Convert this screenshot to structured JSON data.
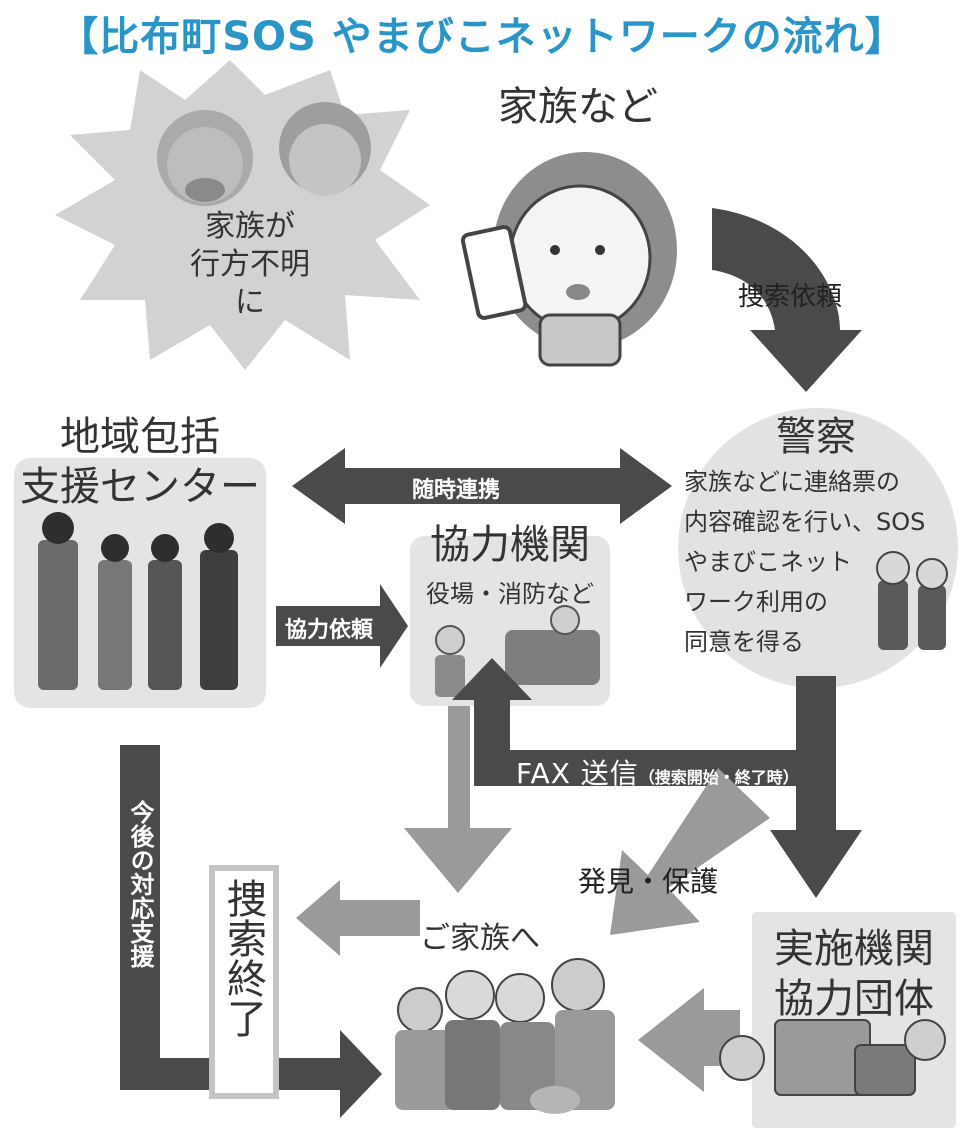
{
  "title": "【比布町SOS やまびこネットワークの流れ】",
  "missing": {
    "line1": "家族が",
    "line2": "行方不明に"
  },
  "family": {
    "title": "家族など"
  },
  "search_request": "捜索依頼",
  "police": {
    "title": "警察",
    "desc": [
      "家族などに連絡票の",
      "内容確認を行い、SOS",
      "やまびこネット",
      "ワーク利用の",
      "同意を得る"
    ]
  },
  "center": {
    "line1": "地域包括",
    "line2": "支援センター"
  },
  "liaison": "随時連携",
  "cooperation_request": "協力依頼",
  "coop_org": {
    "title": "協力機関",
    "sub": "役場・消防など"
  },
  "fax": {
    "main": "FAX 送信",
    "note": "（捜索開始・終了時）"
  },
  "found": "発見・保護",
  "support": "今後の対応支援",
  "end_search": "捜索終了",
  "to_family": "ご家族へ",
  "impl": {
    "line1": "実施機関",
    "line2": "協力団体"
  },
  "colors": {
    "title": "#2a96c8",
    "dark_arrow": "#4a4a4a",
    "light_arrow": "#9a9a9a",
    "box": "#e6e6e6"
  }
}
